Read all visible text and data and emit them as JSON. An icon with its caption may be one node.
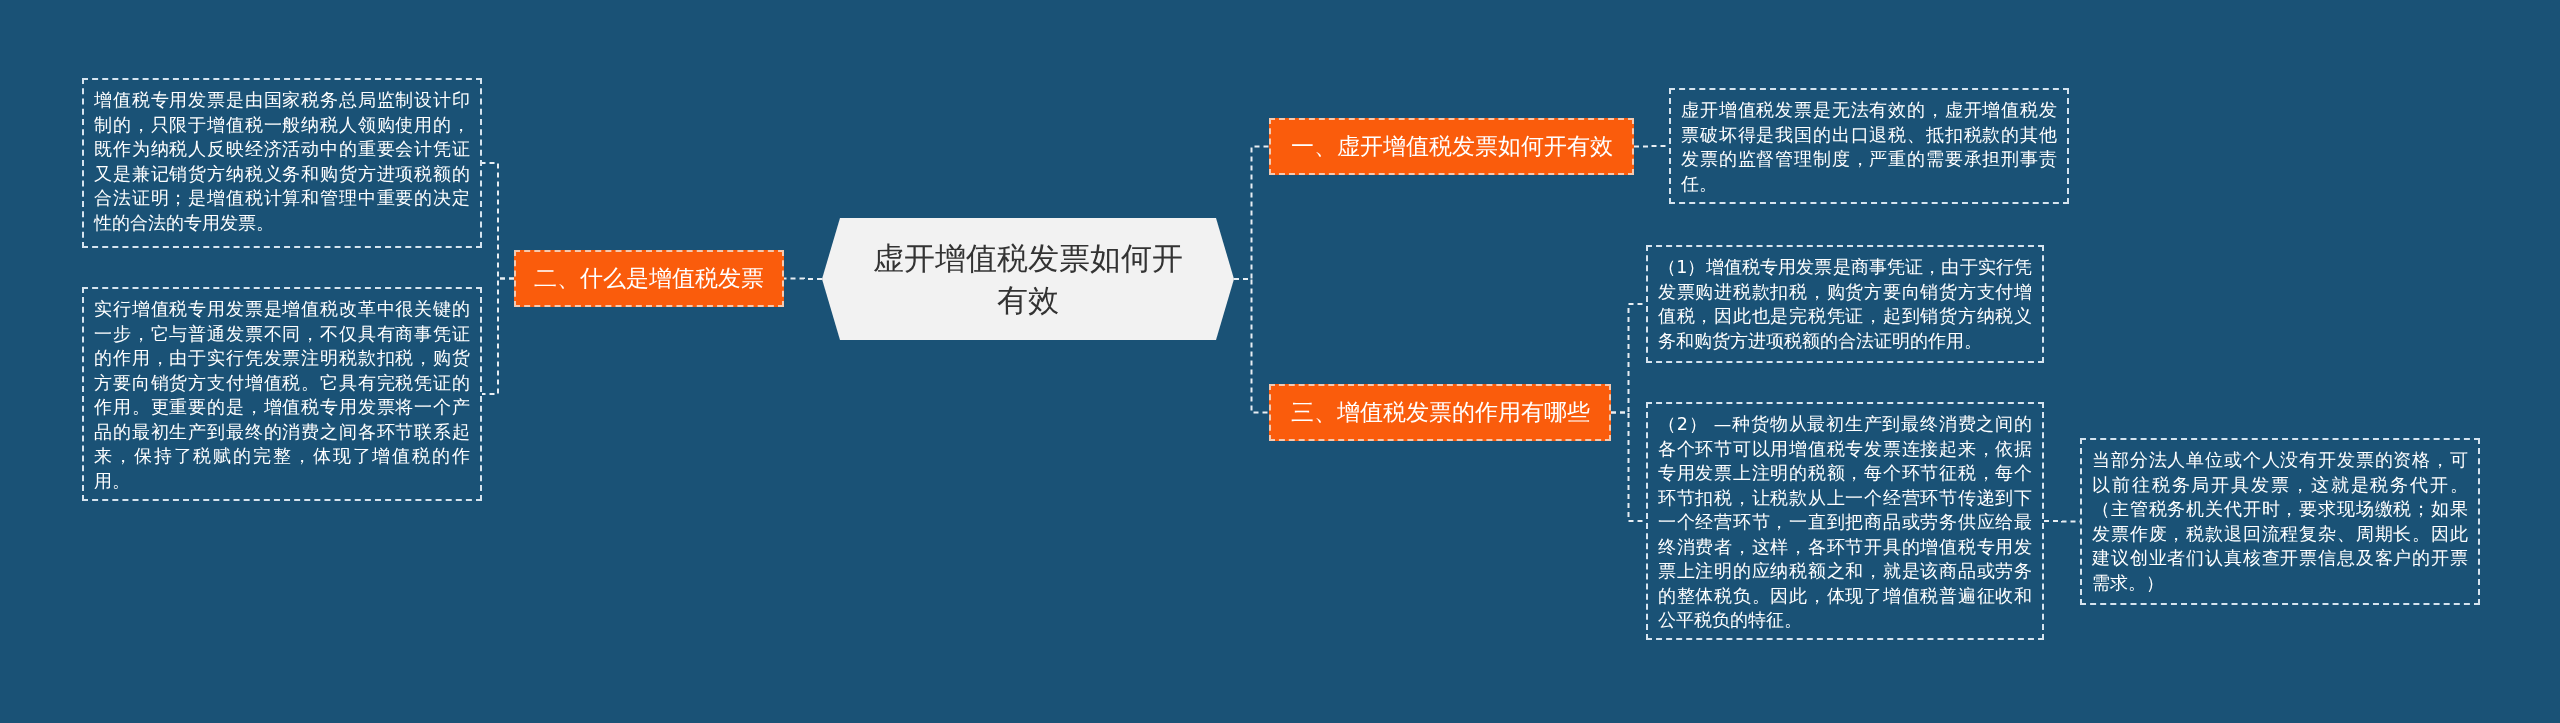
{
  "diagram": {
    "nodes": [
      {
        "text": [
          "虚开增值税发票如何开有效"
        ]
      },
      {
        "text": [
          "一、虚开增值税发票如何开有效"
        ]
      },
      {
        "text": [
          "虚开增值税发票是无法有效的，虚开增值税发票破坏得是我国的出口退税、抵扣税款的其他发票的监督管理制度，严重的需要承担刑事责任。"
        ]
      },
      {
        "text": [
          "二、什么是增值税发票"
        ]
      },
      {
        "text": [
          "增值税专用发票是由国家税务总局监制设计印制的，只限于增值税一般纳税人领购使用的，既作为纳税人反映经济活动中的重要会计凭证又是兼记销货方纳税义务和购货方进项税额的合法证明；是增值税计算和管理中重要的决定性的合法的专用发票。"
        ]
      },
      {
        "text": [
          "实行增值税专用发票是增值税改革中很关键的一步，它与普通发票不同，不仅具有商事凭证的作用，由于实行凭发票注明税款扣税，购货方要向销货方支付增值税。它具有完税凭证的作用。更重要的是，增值税专用发票将一个产品的最初生产到最终的消费之间各环节联系起来，保持了税赋的完整，体现了增值税的作用。"
        ]
      },
      {
        "text": [
          "三、增值税发票的作用有哪些"
        ]
      },
      {
        "text": [
          "（1）增值税专用发票是商事凭证，由于实行凭发票购进税款扣税，购货方要向销货方支付增值税，因此也是完税凭证，起到销货方纳税义务和购货方进项税额的合法证明的作用。"
        ]
      },
      {
        "text": [
          "（2） —种货物从最初生产到最终消费之间的各个环节可以用增值税专发票连接起来，依据专用发票上注明的税额，每个环节征税，每个环节扣税，让税款从上一个经营环节传递到下一个经营环节，一直到把商品或劳务供应给最终消费者，这样，各环节开具的增值税专用发票上注明的应纳税额之和，就是该商品或劳务的整体税负。因此，体现了增值税普遍征收和公平税负的特征。"
        ]
      },
      {
        "text": [
          "当部分法人单位或个人没有开发票的资格，可以前往税务局开具发票，这就是税务代开。（主管税务机关代开时，要求现场缴税；如果发票作废，税款退回流程复杂、周期长。因此建议创业者们认真核查开票信息及客户的开票需求。）"
        ]
      }
    ],
    "edges": [
      {
        "from": 0,
        "to": 1,
        "arrow": "none"
      },
      {
        "from": 1,
        "to": 2,
        "arrow": "none"
      },
      {
        "from": 0,
        "to": 3,
        "arrow": "none"
      },
      {
        "from": 3,
        "to": 4,
        "arrow": "none"
      },
      {
        "from": 3,
        "to": 5,
        "arrow": "none"
      },
      {
        "from": 0,
        "to": 6,
        "arrow": "none"
      },
      {
        "from": 6,
        "to": 7,
        "arrow": "none"
      },
      {
        "from": 6,
        "to": 8,
        "arrow": "none"
      },
      {
        "from": 8,
        "to": 9,
        "arrow": "none"
      }
    ]
  }
}
